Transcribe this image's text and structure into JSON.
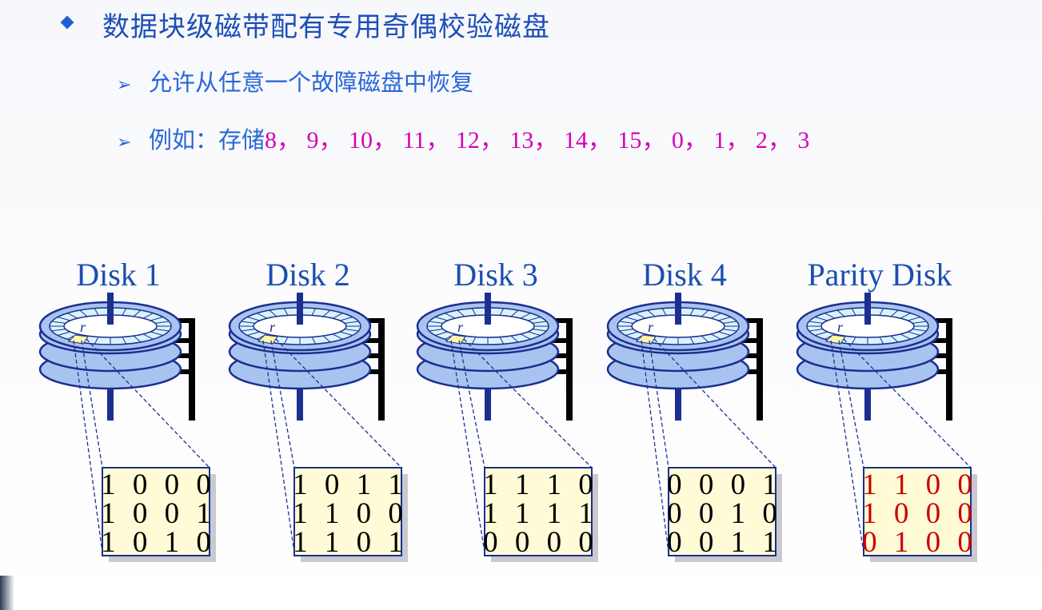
{
  "slide": {
    "title": "数据块级磁带配有专用奇偶校验磁盘",
    "points": [
      {
        "arrow": "➢",
        "text": "允许从任意一个故障磁盘中恢复"
      },
      {
        "arrow": "➢",
        "prefix": "例如：存储",
        "sequence": "8，  9，  10，  11，  12，  13，  14，  15，  0，  1，  2，  3"
      }
    ]
  },
  "disks": [
    {
      "label": "Disk 1",
      "bits": [
        "1000",
        "1001",
        "1010"
      ],
      "bit_color": "#000000"
    },
    {
      "label": "Disk 2",
      "bits": [
        "1011",
        "1100",
        "1101"
      ],
      "bit_color": "#000000"
    },
    {
      "label": "Disk 3",
      "bits": [
        "1110",
        "1111",
        "0000"
      ],
      "bit_color": "#000000"
    },
    {
      "label": "Disk 4",
      "bits": [
        "0001",
        "0010",
        "0011"
      ],
      "bit_color": "#000000"
    },
    {
      "label": "Parity Disk",
      "bits": [
        "1100",
        "1000",
        "0100"
      ],
      "bit_color": "#cc0000"
    }
  ],
  "sector_letter": "r",
  "colors": {
    "title": "#1d4fb8",
    "bullet_text": "#2a66d8",
    "sequence": "#d600b8",
    "platter": "#a9c3f0",
    "platter_edge": "#1b2f8f",
    "track": "#d9f3ff",
    "highlight_sector": "#fff7a8",
    "bit_box": "#fffbd6",
    "parity_bits": "#cc0000"
  }
}
